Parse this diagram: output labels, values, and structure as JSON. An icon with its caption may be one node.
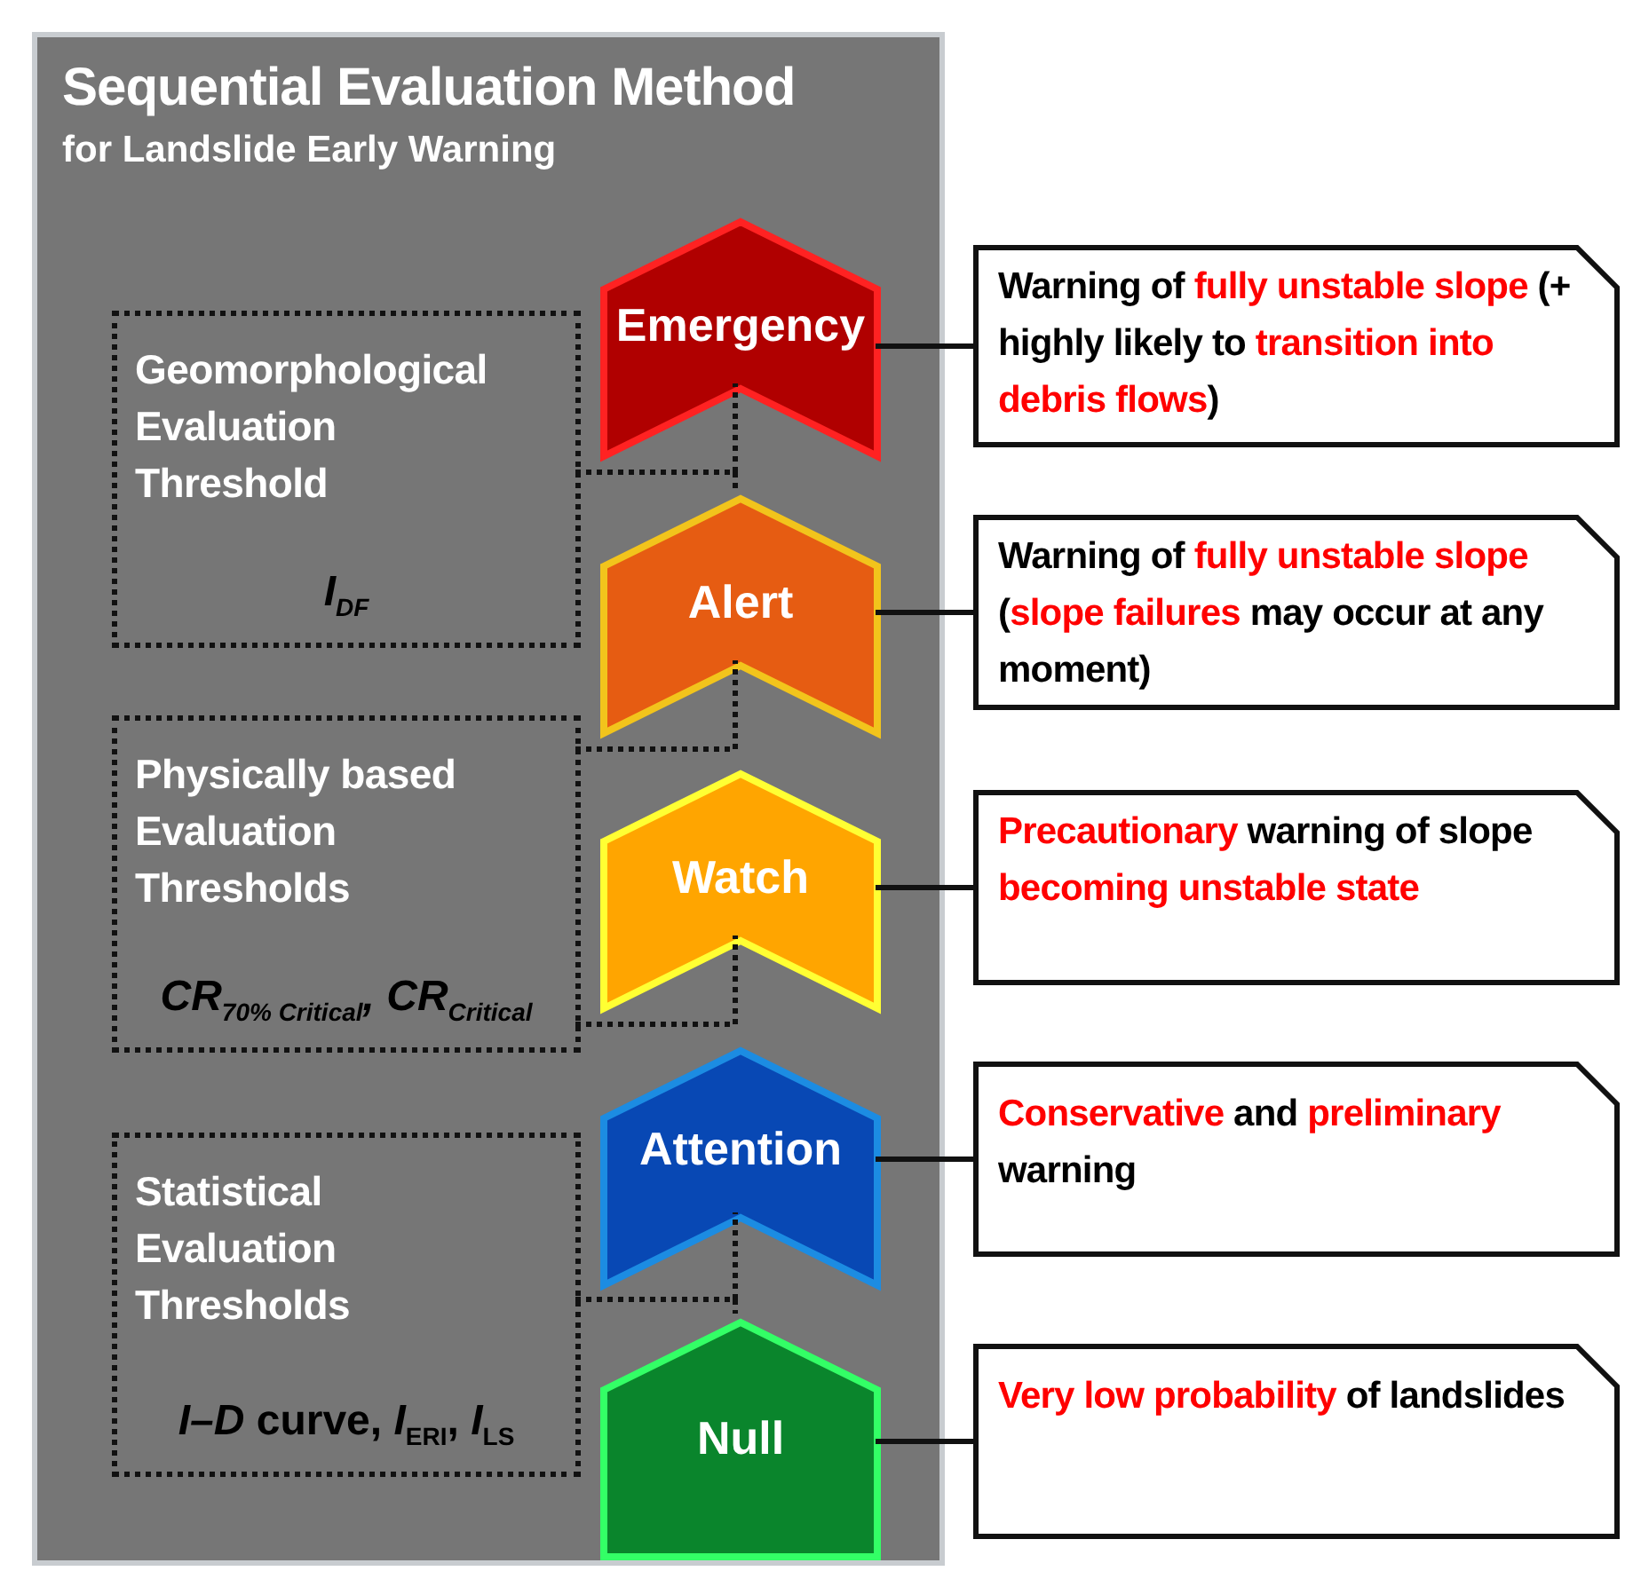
{
  "diagram": {
    "nodes": [
      {
        "text": [
          "Sequential Evaluation Method",
          "for Landslide Early Warning"
        ]
      },
      {
        "text": [
          "Geomorphological Evaluation Threshold",
          "I$_{DF}$"
        ],
        "in": 0
      },
      {
        "text": [
          "Emergency"
        ],
        "in": 0
      },
      {
        "text": [
          "Alert"
        ],
        "in": 0
      },
      {
        "text": [
          "Physically based Evaluation Thresholds",
          "CR$_{70% Critical}$, CR$_{Critical}$"
        ],
        "in": 0
      },
      {
        "text": [
          "Watch"
        ],
        "in": 0
      },
      {
        "text": [
          "Attention"
        ],
        "in": 0
      },
      {
        "text": [
          "Statistical Evaluation Thresholds",
          "*I–D* curve, *I*$_{ERI}$, *I*$_{LS}$"
        ],
        "in": 0
      },
      {
        "text": [
          "Null"
        ],
        "in": 0
      },
      {
        "text": [
          "Warning of *fully unstable slope* (+ highly likely to *transition into debris flows*)"
        ]
      },
      {
        "text": [
          "Warning of *fully unstable slope* (*slope failures* may occur at any moment)"
        ]
      },
      {
        "text": [
          "*Precautionary* warning of slope *becoming unstable state*"
        ]
      },
      {
        "text": [
          "*Conservative* and *preliminary* warning"
        ]
      },
      {
        "text": [
          "*Very low probability* of landslides"
        ]
      }
    ],
    "edges": [
      {
        "from": 1,
        "to": 2,
        "arrow": "none",
        "style": "dashed"
      },
      {
        "from": 1,
        "to": 3,
        "arrow": "none",
        "style": "dashed"
      },
      {
        "from": 4,
        "to": 3,
        "arrow": "none",
        "style": "dashed"
      },
      {
        "from": 4,
        "to": 5,
        "arrow": "none",
        "style": "dashed"
      },
      {
        "from": 7,
        "to": 6,
        "arrow": "none",
        "style": "dashed"
      },
      {
        "from": 7,
        "to": 8,
        "arrow": "none",
        "style": "dashed"
      },
      {
        "from": 2,
        "to": 9,
        "arrow": "none"
      },
      {
        "from": 3,
        "to": 10,
        "arrow": "none"
      },
      {
        "from": 5,
        "to": 11,
        "arrow": "none"
      },
      {
        "from": 6,
        "to": 12,
        "arrow": "none"
      },
      {
        "from": 8,
        "to": 13,
        "arrow": "none"
      }
    ]
  }
}
